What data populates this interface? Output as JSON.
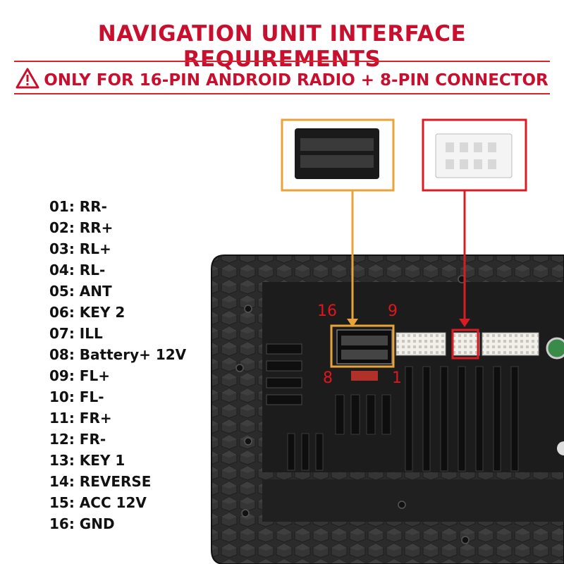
{
  "header": {
    "title": "NAVIGATION UNIT INTERFACE REQUIREMENTS",
    "subtitle": "ONLY FOR 16-PIN ANDROID RADIO + 8-PIN CONNECTOR",
    "warning_icon": "warning-triangle-icon"
  },
  "pins": [
    "01: RR-",
    "02: RR+",
    "03: RL+",
    "04: RL-",
    "05: ANT",
    "06: KEY 2",
    "07: ILL",
    "08: Battery+ 12V",
    "09: FL+",
    "10: FL-",
    "11: FR+",
    "12: FR-",
    "13: KEY 1",
    "14: REVERSE",
    "15: ACC 12V",
    "16: GND"
  ],
  "connector_labels": {
    "top_left": "16",
    "top_right": "9",
    "bottom_left": "8",
    "bottom_right": "1"
  },
  "colors": {
    "title_red": "#c8102e",
    "callout_orange": "#e8a33a",
    "callout_red": "#d91c24",
    "radio_body": "#2a2a2a"
  }
}
